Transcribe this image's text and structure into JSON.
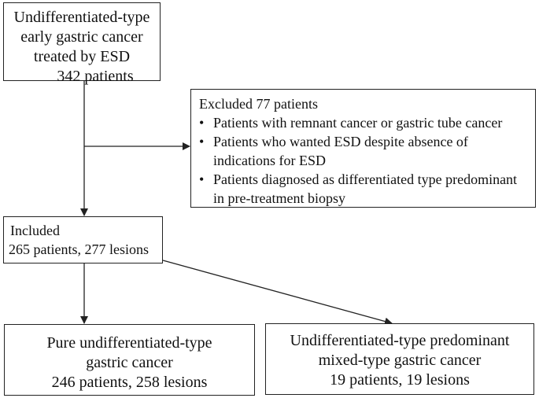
{
  "start_box": {
    "lines": [
      "Undifferentiated-type",
      "early gastric cancer",
      "treated by ESD",
      "342 patients"
    ]
  },
  "excluded_box": {
    "title": "Excluded 77 patients",
    "bullet": "•",
    "items": [
      [
        "Patients with remnant cancer or gastric tube cancer"
      ],
      [
        "Patients who wanted ESD despite absence of",
        "indications for ESD"
      ],
      [
        "Patients diagnosed as differentiated type predominant",
        "in pre-treatment biopsy"
      ]
    ]
  },
  "included_box": {
    "lines": [
      "Included",
      "265 patients, 277 lesions"
    ]
  },
  "pure_box": {
    "lines": [
      "Pure undifferentiated-type",
      "gastric cancer",
      "246 patients, 258 lesions"
    ]
  },
  "mixed_box": {
    "lines": [
      "Undifferentiated-type predominant",
      "mixed-type gastric cancer",
      "19 patients, 19 lesions"
    ]
  },
  "colors": {
    "line": "#222222",
    "text": "#111111",
    "background": "#ffffff"
  }
}
